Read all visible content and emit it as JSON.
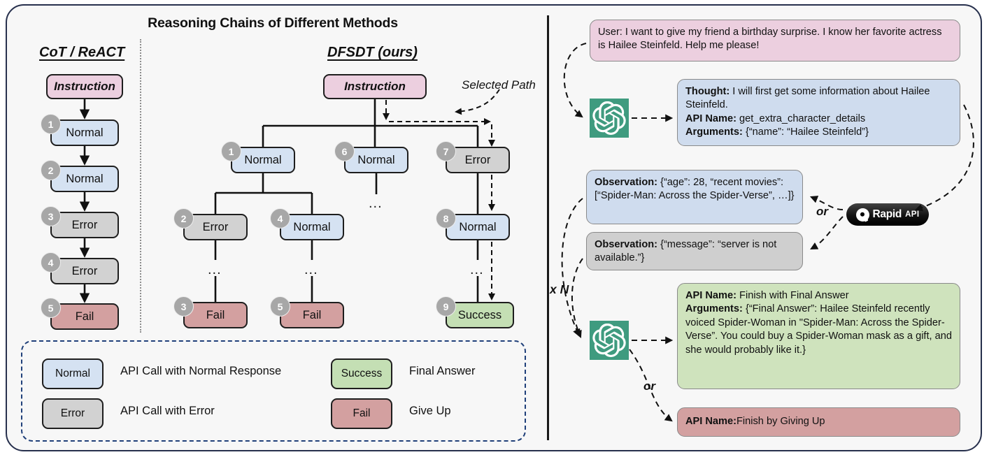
{
  "figure": {
    "left_panel_title": "Reasoning Chains of Different Methods",
    "method_left": "CoT / ReACT",
    "method_right": "DFSDT (ours)",
    "selected_path_label": "Selected Path"
  },
  "cot_chain": {
    "instruction": "Instruction",
    "nodes": [
      {
        "index": "1",
        "label": "Normal",
        "kind": "normal"
      },
      {
        "index": "2",
        "label": "Normal",
        "kind": "normal"
      },
      {
        "index": "3",
        "label": "Error",
        "kind": "error"
      },
      {
        "index": "4",
        "label": "Error",
        "kind": "error"
      },
      {
        "index": "5",
        "label": "Fail",
        "kind": "fail"
      }
    ]
  },
  "dfsdt_tree": {
    "instruction": "Instruction",
    "nodes": [
      {
        "index": "1",
        "label": "Normal",
        "kind": "normal"
      },
      {
        "index": "2",
        "label": "Error",
        "kind": "error"
      },
      {
        "index": "3",
        "label": "Fail",
        "kind": "fail"
      },
      {
        "index": "4",
        "label": "Normal",
        "kind": "normal"
      },
      {
        "index": "5",
        "label": "Fail",
        "kind": "fail"
      },
      {
        "index": "6",
        "label": "Normal",
        "kind": "normal"
      },
      {
        "index": "7",
        "label": "Error",
        "kind": "error"
      },
      {
        "index": "8",
        "label": "Normal",
        "kind": "normal"
      },
      {
        "index": "9",
        "label": "Success",
        "kind": "success"
      }
    ],
    "ellipsis": "..."
  },
  "legend": {
    "items": [
      {
        "chip": "Normal",
        "kind": "normal",
        "desc": "API Call with Normal Response"
      },
      {
        "chip": "Error",
        "kind": "error",
        "desc": "API Call with Error"
      },
      {
        "chip": "Success",
        "kind": "success",
        "desc": "Final Answer"
      },
      {
        "chip": "Fail",
        "kind": "fail",
        "desc": "Give Up"
      }
    ]
  },
  "pipeline": {
    "user_message": "User: I want to give my friend a birthday surprise. I know her favorite actress is Hailee Steinfeld. Help me please!",
    "thought_label": "Thought:",
    "thought_text": " I will first get some information about Hailee Steinfeld.",
    "api_name_label": "API Name:",
    "api_name_value": " get_extra_character_details",
    "arguments_label": "Arguments:",
    "arguments_value": " {“name”: “Hailee Steinfeld”}",
    "observation_label": "Observation:",
    "observation_ok": " {“age”: 28, “recent movies”: [“Spider-Man: Across the Spider-Verse”, …]}",
    "observation_err": " {“message”: “server is not available.”}",
    "final_api_name_label": "API Name:",
    "final_api_name_value": "  Finish with Final Answer",
    "final_args_label": "Arguments:",
    "final_args_value": " {“Final Answer”: Hailee Steinfeld recently voiced Spider-Woman in \"Spider-Man: Across the Spider-Verse”.  You could buy a Spider-Woman mask as a gift, and she would probably like it.}",
    "giveup_api_name_label": "API Name:",
    "giveup_api_name_value": "  Finish by Giving Up",
    "or_label_1": "or",
    "or_label_2": "or",
    "repeat_label": "x N",
    "rapidapi_word": "Rapid",
    "rapidapi_suffix": "API",
    "model_icon": "openai-logo"
  },
  "colors": {
    "normal": "#d5e2f2",
    "error": "#d2d2d2",
    "fail": "#d3a0a0",
    "success": "#c4dfb4",
    "instruction": "#eccfdf",
    "frame": "#27304d",
    "legend_border": "#20407a",
    "openai_green": "#3f9b7f"
  }
}
